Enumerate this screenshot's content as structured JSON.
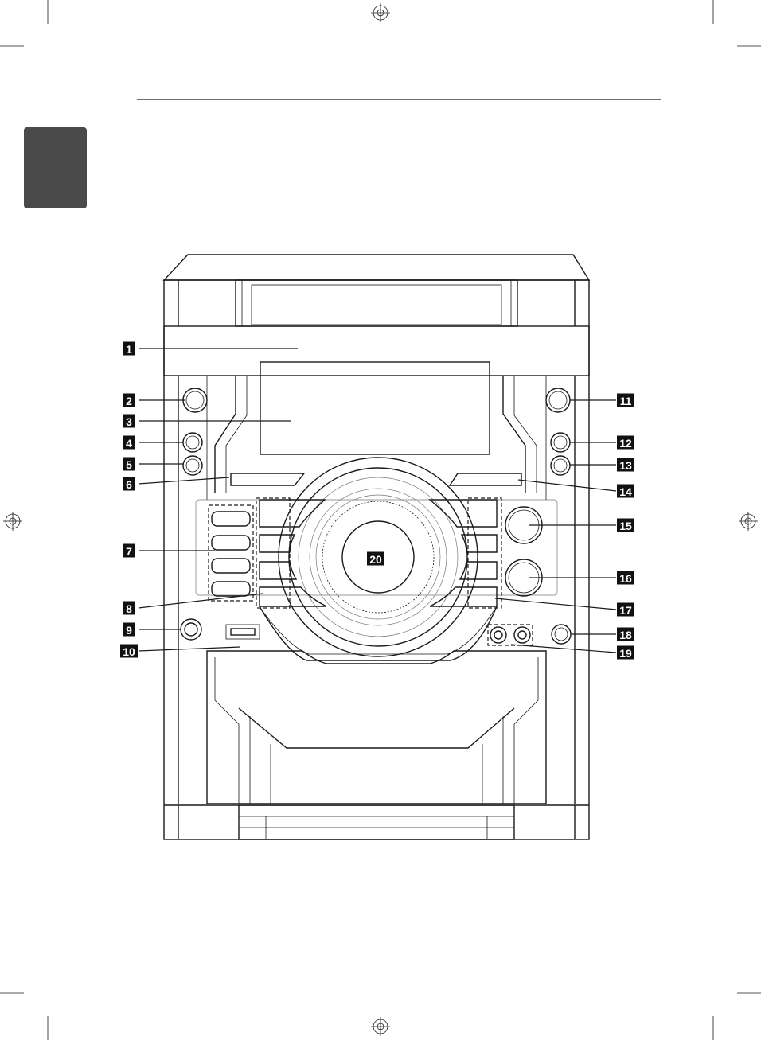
{
  "callouts": [
    {
      "id": "1",
      "label": "1"
    },
    {
      "id": "2",
      "label": "2"
    },
    {
      "id": "3",
      "label": "3"
    },
    {
      "id": "4",
      "label": "4"
    },
    {
      "id": "5",
      "label": "5"
    },
    {
      "id": "6",
      "label": "6"
    },
    {
      "id": "7",
      "label": "7"
    },
    {
      "id": "8",
      "label": "8"
    },
    {
      "id": "9",
      "label": "9"
    },
    {
      "id": "10",
      "label": "10"
    },
    {
      "id": "11",
      "label": "11"
    },
    {
      "id": "12",
      "label": "12"
    },
    {
      "id": "13",
      "label": "13"
    },
    {
      "id": "14",
      "label": "14"
    },
    {
      "id": "15",
      "label": "15"
    },
    {
      "id": "16",
      "label": "16"
    },
    {
      "id": "17",
      "label": "17"
    },
    {
      "id": "18",
      "label": "18"
    },
    {
      "id": "19",
      "label": "19"
    },
    {
      "id": "20",
      "label": "20"
    }
  ],
  "colors": {
    "ink": "#1a1a1a",
    "tab": "#4a4a4a",
    "label_box": "#111111"
  }
}
